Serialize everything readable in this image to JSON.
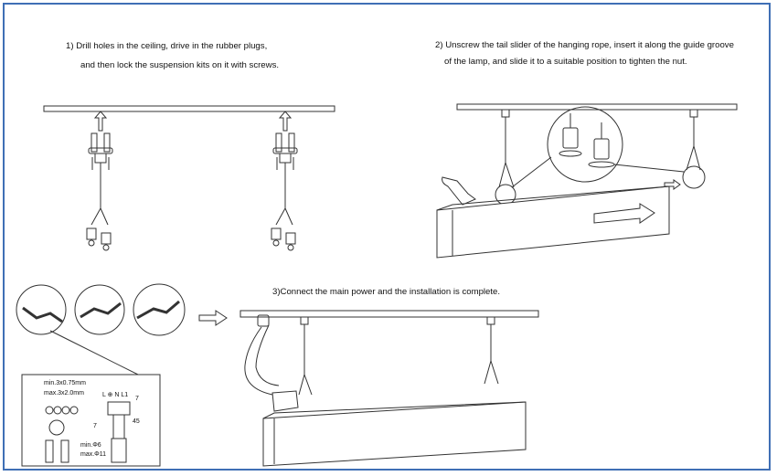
{
  "steps": {
    "step1_line1": "1) Drill holes in the ceiling, drive in the rubber plugs,",
    "step1_line2": "and then lock the suspension kits on it with screws.",
    "step2_line1": "2) Unscrew the tail slider of the hanging rope, insert it along the guide groove",
    "step2_line2": "of the lamp, and slide it to a suitable position to tighten the nut.",
    "step3": "3)Connect the main power and the installation is complete."
  },
  "wiring": {
    "spec_min": "min.3x0.75mm",
    "spec_max": "max.3x2.0mm",
    "strip_7_top": "7",
    "strip_7_left": "7",
    "strip_45": "45",
    "dia_min": "min.Φ6",
    "dia_max": "max.Φ11",
    "terminal_labels": "L  ⊕  N  L1"
  },
  "colors": {
    "frame": "#3f6fb5",
    "line": "#333333"
  }
}
